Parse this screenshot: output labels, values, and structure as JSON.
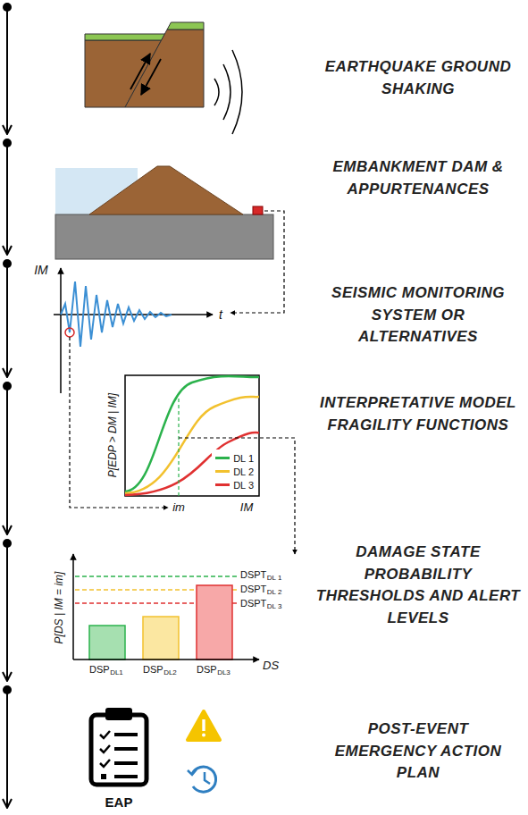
{
  "diagram": {
    "labels": [
      "EARTHQUAKE GROUND SHAKING",
      "EMBANKMENT DAM & APPURTENANCES",
      "SEISMIC MONITORING SYSTEM OR ALTERNATIVES",
      "INTERPRETATIVE MODEL FRAGILITY FUNCTIONS",
      "DAMAGE STATE PROBABILITY THRESHOLDS AND ALERT LEVELS",
      "POST-EVENT EMERGENCY ACTION PLAN",
      "IM",
      "t",
      "P[EDP > DM | IM]",
      "im",
      "IM",
      "P[DS | IM = im]",
      "DSPT",
      "DL 1",
      "DSPT",
      "DL 2",
      "DSPT",
      "DL 3",
      "DSP",
      "DL1",
      "DSP",
      "DL2",
      "DSP",
      "DL3",
      "DS",
      "EAP"
    ],
    "legend": [
      {
        "text": "DL 1"
      },
      {
        "text": "DL 2"
      },
      {
        "text": "DL 3"
      }
    ]
  }
}
